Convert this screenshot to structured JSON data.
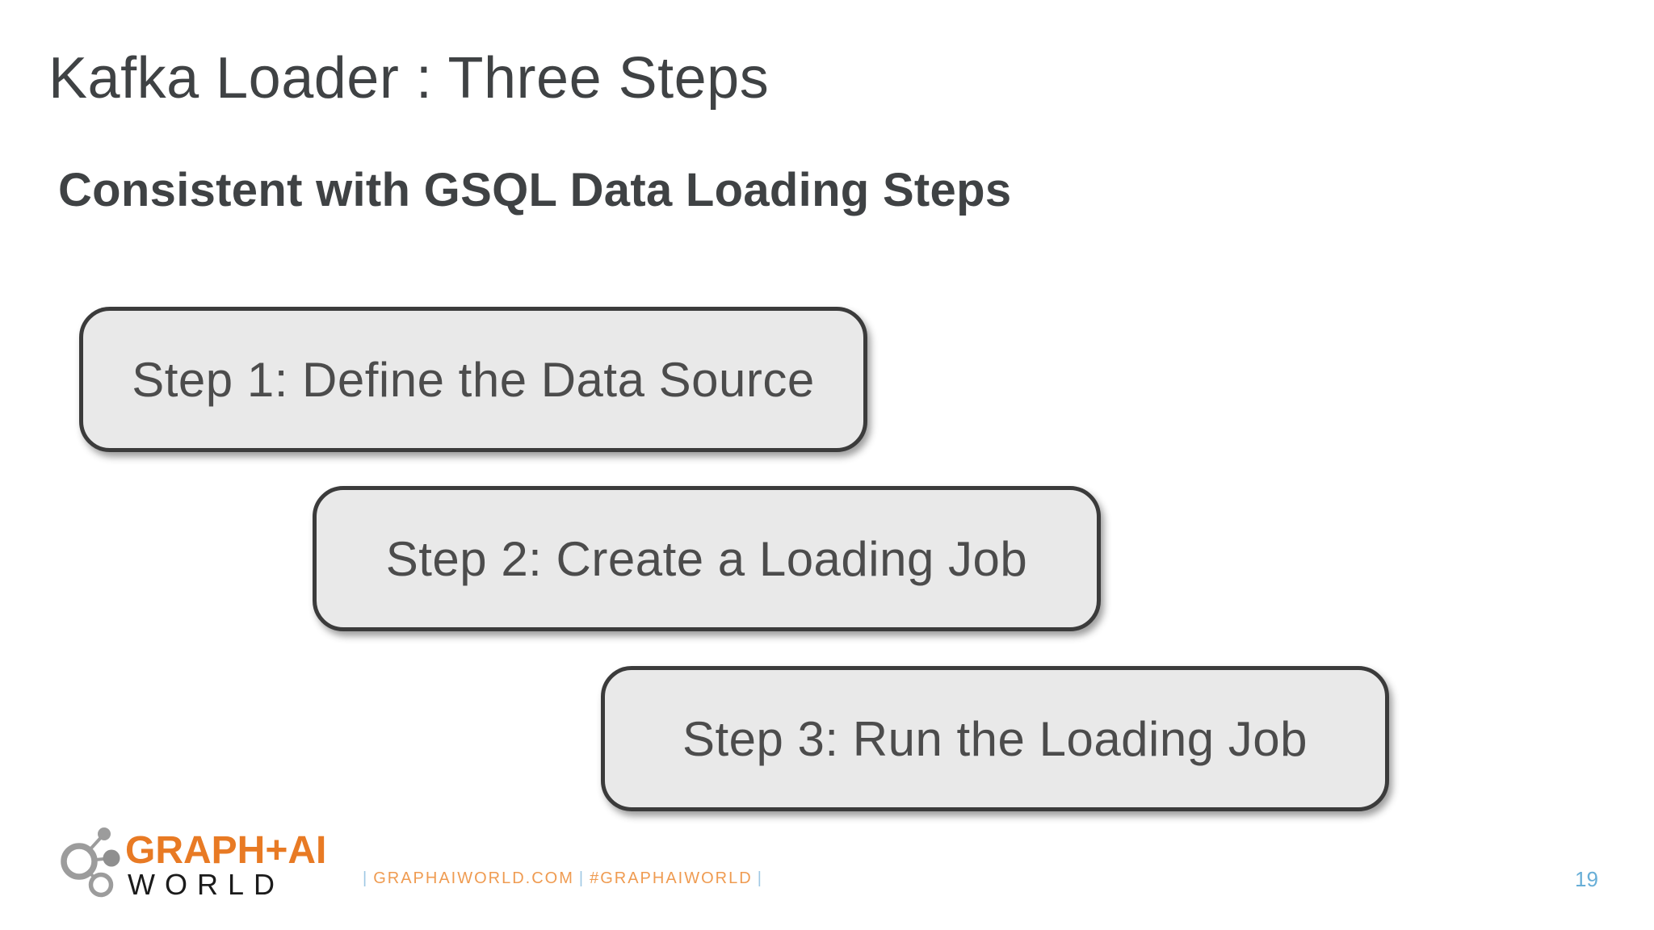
{
  "slide": {
    "title": "Kafka Loader : Three Steps",
    "subtitle": "Consistent with GSQL Data Loading Steps",
    "steps": [
      {
        "label": "Step 1: Define the Data Source"
      },
      {
        "label": "Step 2: Create a Loading Job"
      },
      {
        "label": "Step 3: Run the Loading Job"
      }
    ]
  },
  "footer": {
    "logo_text_top": "GRAPH+AI",
    "logo_text_bottom": "WORLD",
    "separator": "|",
    "website": "GRAPHAIWORLD.COM",
    "hashtag": "#GRAPHAIWORLD",
    "page_number": "19"
  },
  "colors": {
    "heading_text": "#3f4244",
    "box_fill": "#e9e9e9",
    "box_border": "#3b3b3b",
    "box_text": "#4c4c4c",
    "logo_orange": "#e87a24",
    "logo_black": "#1b1b1b",
    "footer_link_orange": "#ef9b51",
    "footer_pipe_blue": "#9fc8e4",
    "page_number_blue": "#67aed7",
    "logo_icon_gray": "#9c9c9c"
  }
}
